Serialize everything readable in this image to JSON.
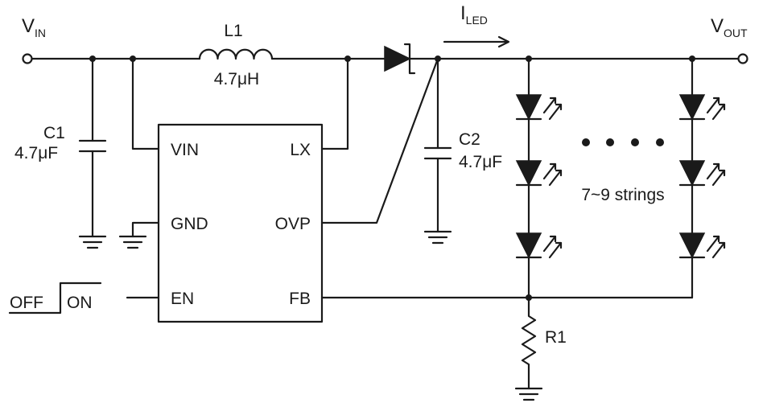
{
  "terminals": {
    "vin": {
      "main": "V",
      "sub": "IN"
    },
    "vout": {
      "main": "V",
      "sub": "OUT"
    }
  },
  "current": {
    "main": "I",
    "sub": "LED"
  },
  "inductor": {
    "name": "L1",
    "value": "4.7μH"
  },
  "cap_in": {
    "name": "C1",
    "value": "4.7μF"
  },
  "cap_out": {
    "name": "C2",
    "value": "4.7μF"
  },
  "resistor": {
    "name": "R1"
  },
  "ic": {
    "left_pins": [
      "VIN",
      "GND",
      "EN"
    ],
    "right_pins": [
      "LX",
      "OVP",
      "FB"
    ]
  },
  "enable_signal": {
    "off": "OFF",
    "on": "ON"
  },
  "led_array": {
    "label": "7~9 strings",
    "ellipsis_dots": 4
  }
}
